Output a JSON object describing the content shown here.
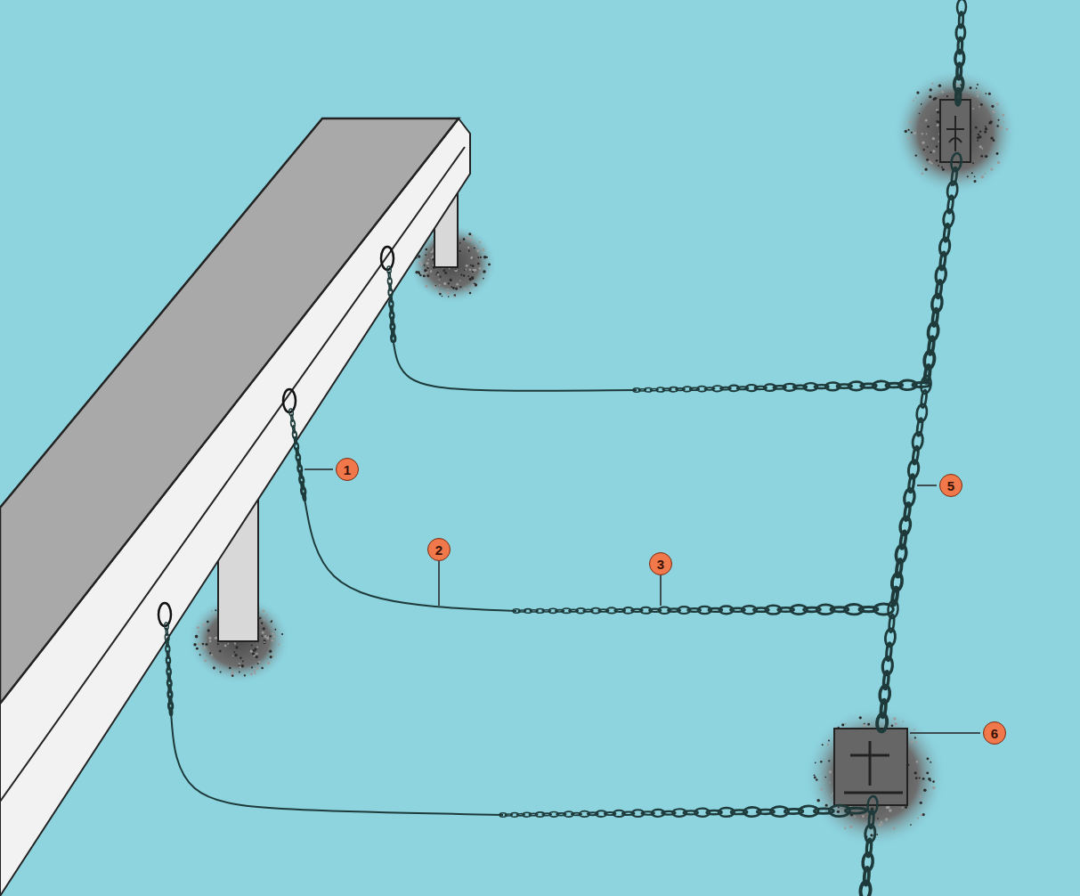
{
  "diagram": {
    "labels": [
      "1",
      "2",
      "3",
      "5",
      "6"
    ]
  }
}
